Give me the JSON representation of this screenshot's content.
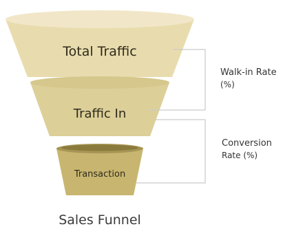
{
  "funnel": {
    "title": "Sales Funnel",
    "stages": [
      {
        "label": "Total Traffic"
      },
      {
        "label": "Traffic In"
      },
      {
        "label": "Transaction"
      }
    ],
    "rates": [
      {
        "line1": "Walk-in Rate",
        "line2": "(%)"
      },
      {
        "line1": "Conversion",
        "line2": "Rate (%)"
      }
    ]
  },
  "colors": {
    "stage1_top": "#f1e7c8",
    "stage1_body": "#e8dcae",
    "stage2_top": "#d9cc95",
    "stage2_body": "#dccf98",
    "stage3_top": "#8f7e3e",
    "stage3_body": "#c8b670",
    "bracket": "#c9c9c9"
  }
}
